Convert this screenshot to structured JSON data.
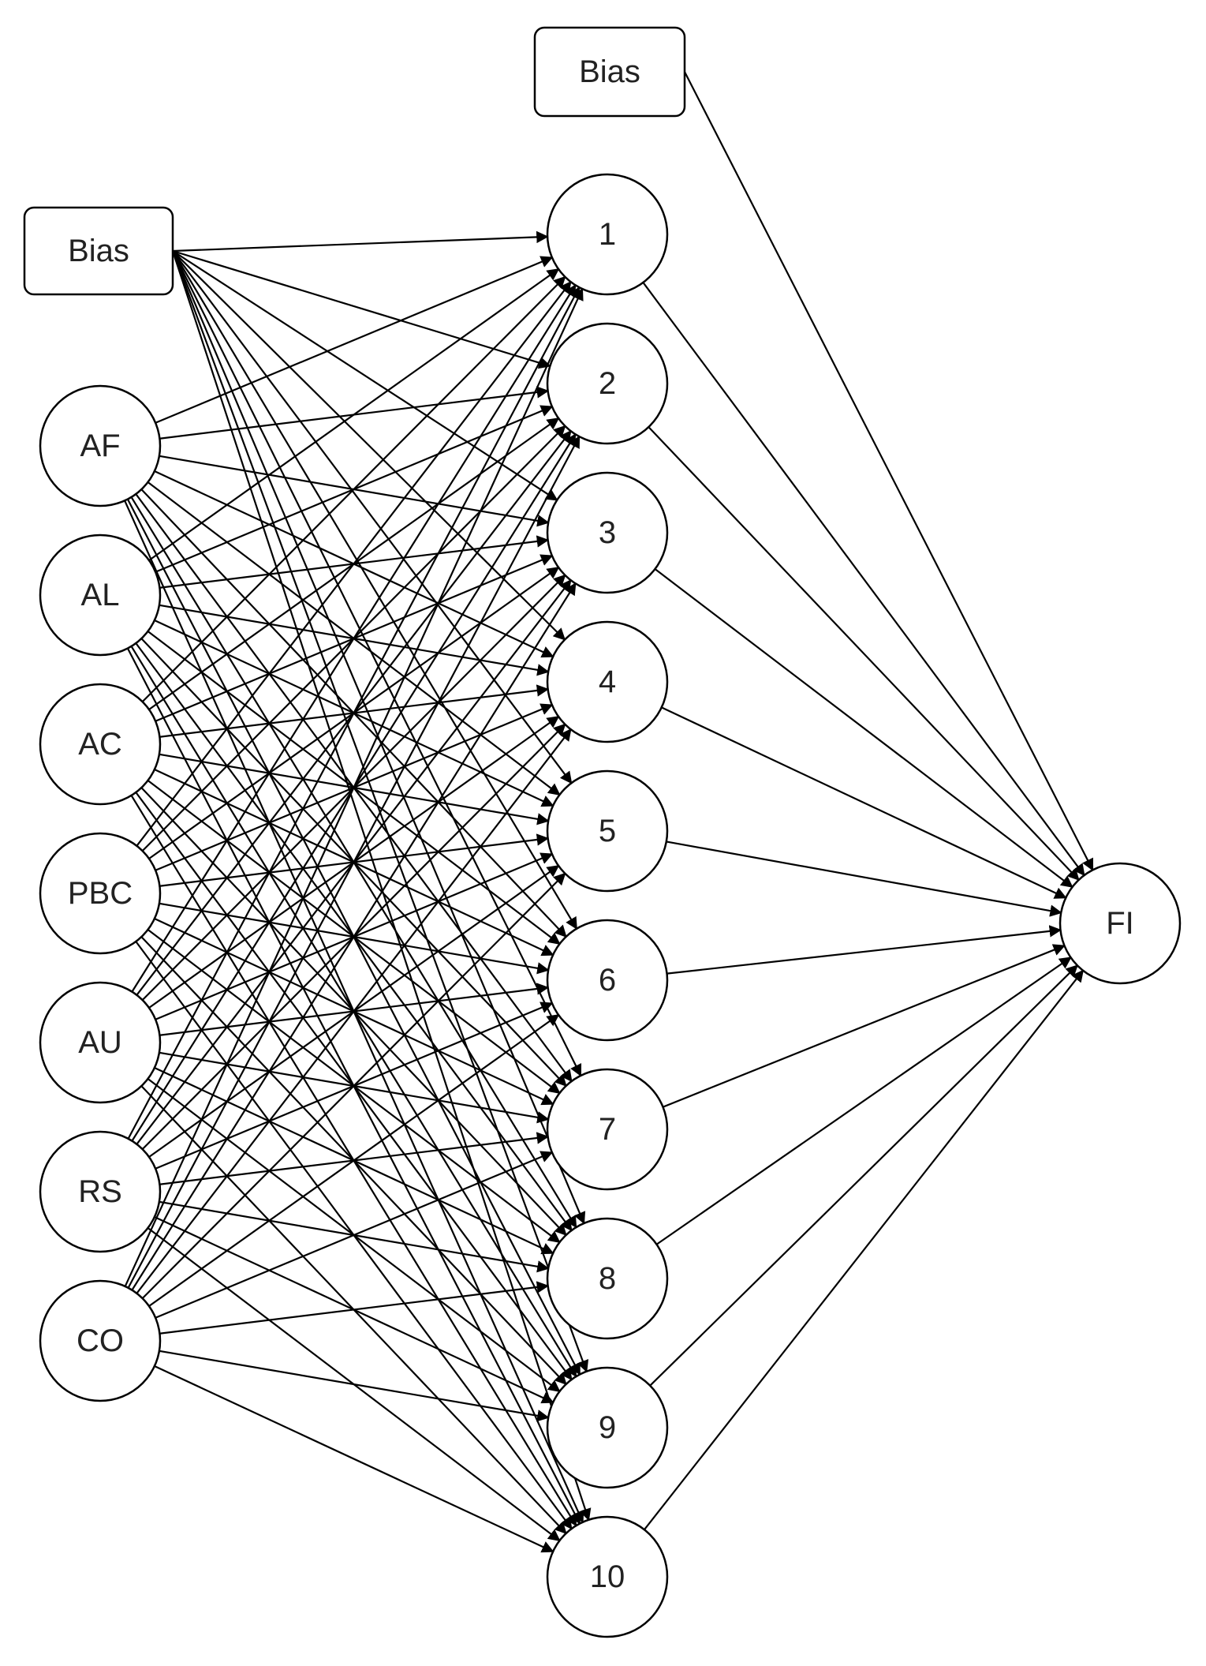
{
  "colors": {
    "stroke": "#000000",
    "background": "#ffffff",
    "text": "#222222"
  },
  "input_layer": {
    "bias_label": "Bias",
    "nodes": [
      "AF",
      "AL",
      "AC",
      "PBC",
      "AU",
      "RS",
      "CO"
    ]
  },
  "hidden_layer": {
    "bias_label": "Bias",
    "nodes": [
      "1",
      "2",
      "3",
      "4",
      "5",
      "6",
      "7",
      "8",
      "9",
      "10"
    ]
  },
  "output_layer": {
    "nodes": [
      "FI"
    ]
  }
}
